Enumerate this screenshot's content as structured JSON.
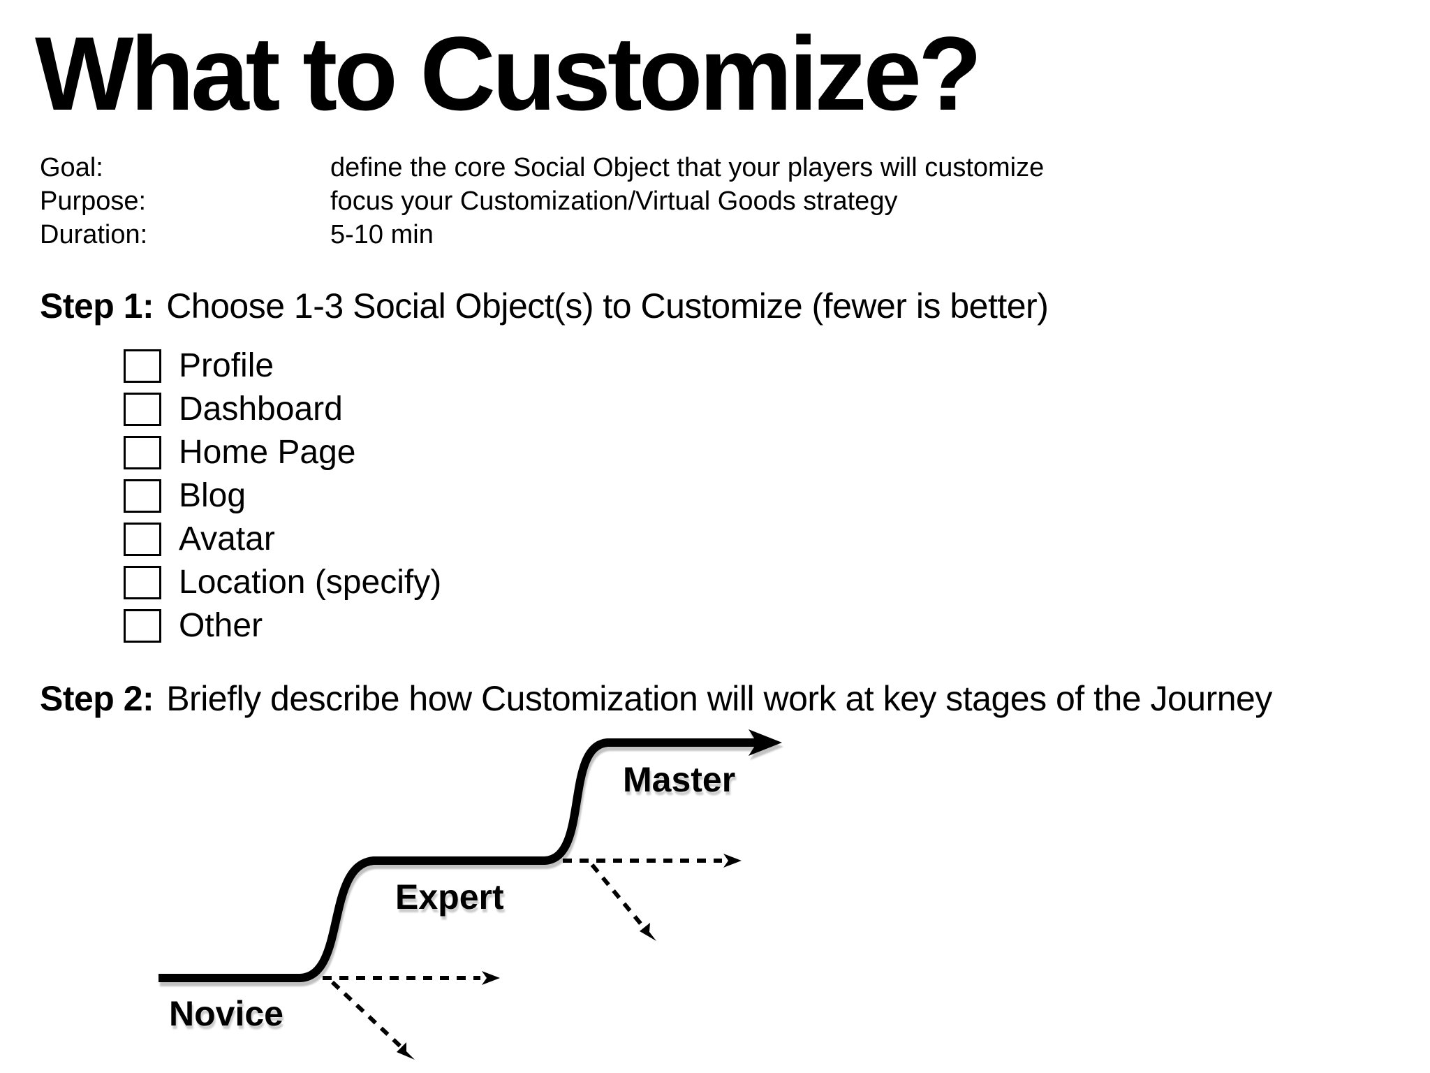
{
  "title": "What to Customize?",
  "meta": {
    "rows": [
      {
        "label": "Goal:",
        "value": "define the core Social Object that your players will customize"
      },
      {
        "label": "Purpose:",
        "value": "focus your Customization/Virtual Goods strategy"
      },
      {
        "label": "Duration:",
        "value": "5-10 min"
      }
    ]
  },
  "step1": {
    "label": "Step 1:",
    "text": "Choose 1-3 Social Object(s) to Customize (fewer is better)",
    "options": [
      {
        "label": "Profile",
        "checked": false
      },
      {
        "label": "Dashboard",
        "checked": false
      },
      {
        "label": "Home Page",
        "checked": false
      },
      {
        "label": "Blog",
        "checked": false
      },
      {
        "label": "Avatar",
        "checked": false
      },
      {
        "label": "Location (specify)",
        "checked": false
      },
      {
        "label": "Other",
        "checked": false
      }
    ]
  },
  "step2": {
    "label": "Step 2:",
    "text": "Briefly describe how Customization will work at key stages of the Journey"
  },
  "diagram": {
    "stages": [
      "Novice",
      "Expert",
      "Master"
    ],
    "colors": {
      "line": "#000000",
      "shadow": "#c2c2c2",
      "text": "#000000",
      "background": "#ffffff"
    }
  }
}
